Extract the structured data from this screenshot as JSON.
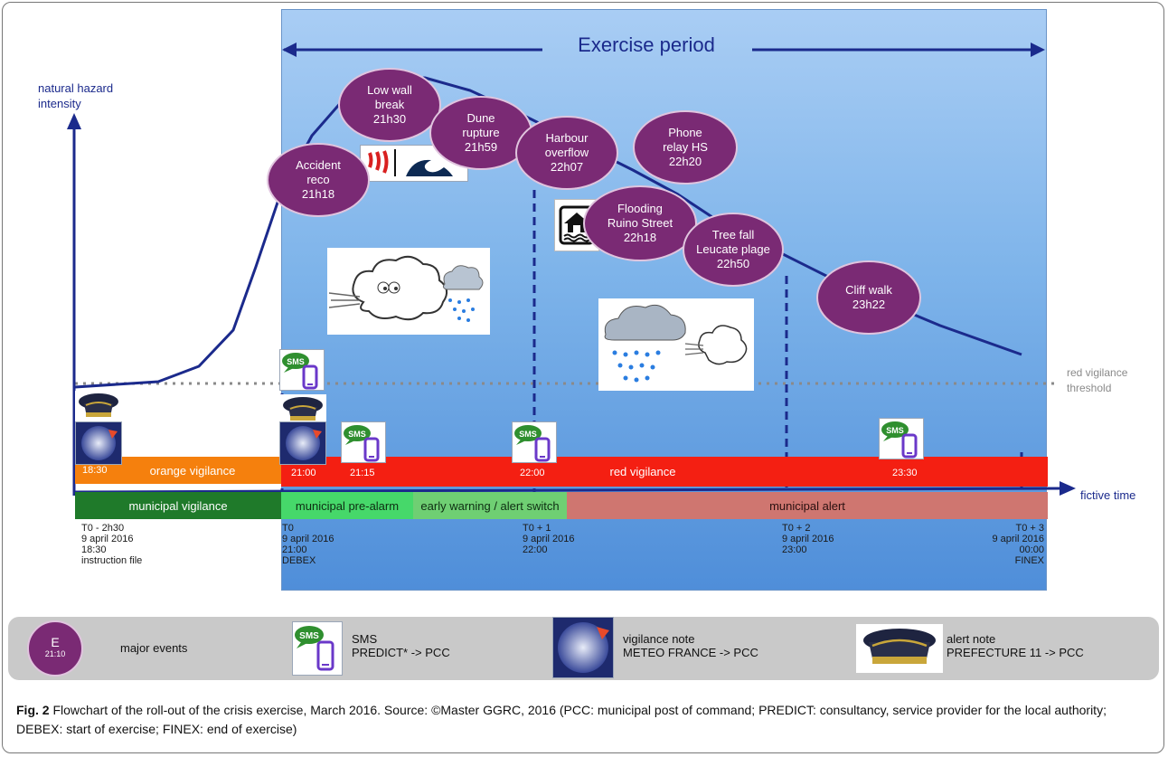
{
  "exercise": {
    "label": "Exercise period"
  },
  "axes": {
    "y_label": "natural hazard\nintensity",
    "x_label": "fictive time",
    "threshold_label": "red vigilance\nthreshold"
  },
  "events": [
    {
      "text": "Low wall\nbreak\n21h30"
    },
    {
      "text": "Dune\nrupture\n21h59"
    },
    {
      "text": "Accident\nreco\n21h18"
    },
    {
      "text": "Harbour\noverflow\n22h07"
    },
    {
      "text": "Phone\nrelay HS\n22h20"
    },
    {
      "text": "Flooding\nRuino Street\n22h18"
    },
    {
      "text": "Tree fall\nLeucate plage\n22h50"
    },
    {
      "text": "Cliff walk\n23h22"
    }
  ],
  "vigilance_bars": {
    "orange": {
      "label": "orange vigilance",
      "time": "18:30"
    },
    "red": {
      "label": "red vigilance",
      "times": [
        "21:00",
        "21:15",
        "22:00",
        "23:30"
      ]
    }
  },
  "phase_bars": [
    {
      "label": "municipal vigilance"
    },
    {
      "label": "municipal pre-alarm"
    },
    {
      "label": "early warning / alert switch"
    },
    {
      "label": "municipal alert"
    }
  ],
  "timeline": [
    {
      "text": "T0 - 2h30\n9 april 2016\n18:30\ninstruction file"
    },
    {
      "text": "T0\n9 april 2016\n21:00\nDEBEX"
    },
    {
      "text": "T0 + 1\n9 april 2016\n22:00"
    },
    {
      "text": "T0 + 2\n9 april 2016\n23:00"
    },
    {
      "text": "T0 + 3\n9 april 2016\n00:00\nFINEX"
    }
  ],
  "sms_text": "SMS",
  "legend": {
    "event_letter": "E",
    "event_time": "21:10",
    "event_label": "major events",
    "sms_label": "SMS\nPREDICT* -> PCC",
    "vigilance_label": "vigilance note\nMETEO FRANCE -> PCC",
    "alert_label": "alert note\nPREFECTURE 11 -> PCC"
  },
  "caption": {
    "prefix": "Fig. 2",
    "text": " Flowchart of the roll-out of the crisis exercise, March 2016. Source: ©Master GGRC, 2016 (PCC: municipal post of command; PREDICT: consultancy, service provider for the local authority; DEBEX: start of exercise; FINEX: end of exercise)"
  },
  "colors": {
    "event": "#7a2a74",
    "orange": "#f5800d",
    "red": "#f41f12",
    "phase_green_dark": "#1f7a2a",
    "phase_green_light": "#46d86a",
    "phase_mid": "#6fcf73",
    "phase_pink": "#cf7670",
    "axis": "#1b2a8c"
  }
}
